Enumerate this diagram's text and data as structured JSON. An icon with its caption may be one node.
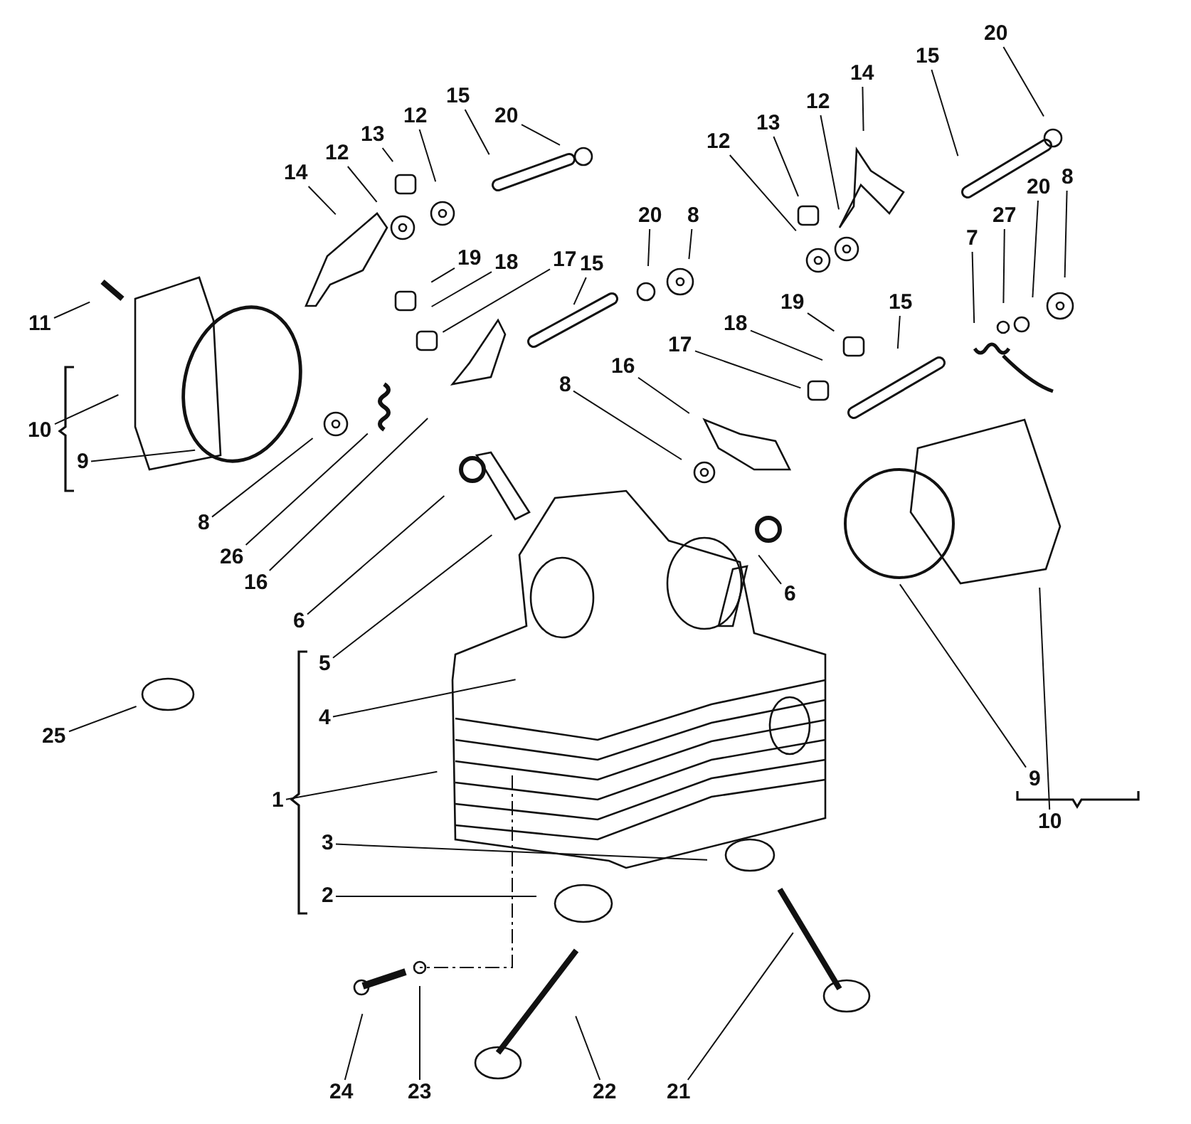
{
  "diagram": {
    "nodes": [
      {
        "text": [
          "20"
        ]
      },
      {
        "text": [
          "15"
        ]
      },
      {
        "text": [
          "14"
        ]
      },
      {
        "text": [
          "15"
        ]
      },
      {
        "text": [
          "12"
        ]
      },
      {
        "text": [
          "20"
        ]
      },
      {
        "text": [
          "12"
        ]
      },
      {
        "text": [
          "13"
        ]
      },
      {
        "text": [
          "13"
        ]
      },
      {
        "text": [
          "12"
        ]
      },
      {
        "text": [
          "12"
        ]
      },
      {
        "text": [
          "14"
        ]
      },
      {
        "text": [
          "8"
        ]
      },
      {
        "text": [
          "20"
        ]
      },
      {
        "text": [
          "8"
        ]
      },
      {
        "text": [
          "20"
        ]
      },
      {
        "text": [
          "27"
        ]
      },
      {
        "text": [
          "7"
        ]
      },
      {
        "text": [
          "19"
        ]
      },
      {
        "text": [
          "18"
        ]
      },
      {
        "text": [
          "17"
        ]
      },
      {
        "text": [
          "15"
        ]
      },
      {
        "text": [
          "19"
        ]
      },
      {
        "text": [
          "15"
        ]
      },
      {
        "text": [
          "11"
        ]
      },
      {
        "text": [
          "18"
        ]
      },
      {
        "text": [
          "17"
        ]
      },
      {
        "text": [
          "16"
        ]
      },
      {
        "text": [
          "8"
        ]
      },
      {
        "text": [
          "10"
        ]
      },
      {
        "text": [
          "9"
        ]
      },
      {
        "text": [
          "8"
        ]
      },
      {
        "text": [
          "26"
        ]
      },
      {
        "text": [
          "16"
        ]
      },
      {
        "text": [
          "6"
        ]
      },
      {
        "text": [
          "6"
        ]
      },
      {
        "text": [
          "5"
        ]
      },
      {
        "text": [
          "4"
        ]
      },
      {
        "text": [
          "25"
        ]
      },
      {
        "text": [
          "9"
        ]
      },
      {
        "text": [
          "1"
        ]
      },
      {
        "text": [
          "10"
        ]
      },
      {
        "text": [
          "3"
        ]
      },
      {
        "text": [
          "2"
        ]
      },
      {
        "text": [
          "24"
        ]
      },
      {
        "text": [
          "23"
        ]
      },
      {
        "text": [
          "22"
        ]
      },
      {
        "text": [
          "21"
        ]
      }
    ],
    "edges": [
      {
        "from": 0,
        "to": null,
        "arrow": "none"
      },
      {
        "from": 1,
        "to": null,
        "arrow": "none"
      },
      {
        "from": 2,
        "to": null,
        "arrow": "none"
      },
      {
        "from": 3,
        "to": null,
        "arrow": "none"
      },
      {
        "from": 4,
        "to": null,
        "arrow": "none"
      },
      {
        "from": 5,
        "to": null,
        "arrow": "none"
      },
      {
        "from": 6,
        "to": null,
        "arrow": "none"
      },
      {
        "from": 7,
        "to": null,
        "arrow": "none"
      },
      {
        "from": 8,
        "to": null,
        "arrow": "none"
      },
      {
        "from": 9,
        "to": null,
        "arrow": "none"
      },
      {
        "from": 10,
        "to": null,
        "arrow": "none"
      },
      {
        "from": 11,
        "to": null,
        "arrow": "none"
      },
      {
        "from": 12,
        "to": null,
        "arrow": "none"
      },
      {
        "from": 13,
        "to": null,
        "arrow": "none"
      },
      {
        "from": 14,
        "to": null,
        "arrow": "none"
      },
      {
        "from": 15,
        "to": null,
        "arrow": "none"
      },
      {
        "from": 16,
        "to": null,
        "arrow": "none"
      },
      {
        "from": 17,
        "to": null,
        "arrow": "none"
      },
      {
        "from": 18,
        "to": null,
        "arrow": "none"
      },
      {
        "from": 19,
        "to": null,
        "arrow": "none"
      },
      {
        "from": 20,
        "to": null,
        "arrow": "none"
      },
      {
        "from": 21,
        "to": null,
        "arrow": "none"
      },
      {
        "from": 22,
        "to": null,
        "arrow": "none"
      },
      {
        "from": 23,
        "to": null,
        "arrow": "none"
      },
      {
        "from": 24,
        "to": null,
        "arrow": "none"
      },
      {
        "from": 25,
        "to": null,
        "arrow": "none"
      },
      {
        "from": 26,
        "to": null,
        "arrow": "none"
      },
      {
        "from": 27,
        "to": null,
        "arrow": "none"
      },
      {
        "from": 28,
        "to": null,
        "arrow": "none"
      },
      {
        "from": 29,
        "to": null,
        "arrow": "none"
      },
      {
        "from": 30,
        "to": null,
        "arrow": "none"
      },
      {
        "from": 31,
        "to": null,
        "arrow": "none"
      },
      {
        "from": 32,
        "to": null,
        "arrow": "none"
      },
      {
        "from": 33,
        "to": null,
        "arrow": "none"
      },
      {
        "from": 34,
        "to": null,
        "arrow": "none"
      },
      {
        "from": 35,
        "to": null,
        "arrow": "none"
      },
      {
        "from": 36,
        "to": null,
        "arrow": "none"
      },
      {
        "from": 37,
        "to": null,
        "arrow": "none"
      },
      {
        "from": 38,
        "to": null,
        "arrow": "none"
      },
      {
        "from": 39,
        "to": null,
        "arrow": "none"
      },
      {
        "from": 40,
        "to": null,
        "arrow": "none"
      },
      {
        "from": 41,
        "to": null,
        "arrow": "none"
      },
      {
        "from": 42,
        "to": null,
        "arrow": "none"
      },
      {
        "from": 43,
        "to": null,
        "arrow": "none"
      },
      {
        "from": 44,
        "to": null,
        "arrow": "none"
      },
      {
        "from": 45,
        "to": null,
        "arrow": "none"
      },
      {
        "from": 46,
        "to": null,
        "arrow": "none"
      },
      {
        "from": 47,
        "to": null,
        "arrow": "none"
      }
    ]
  }
}
